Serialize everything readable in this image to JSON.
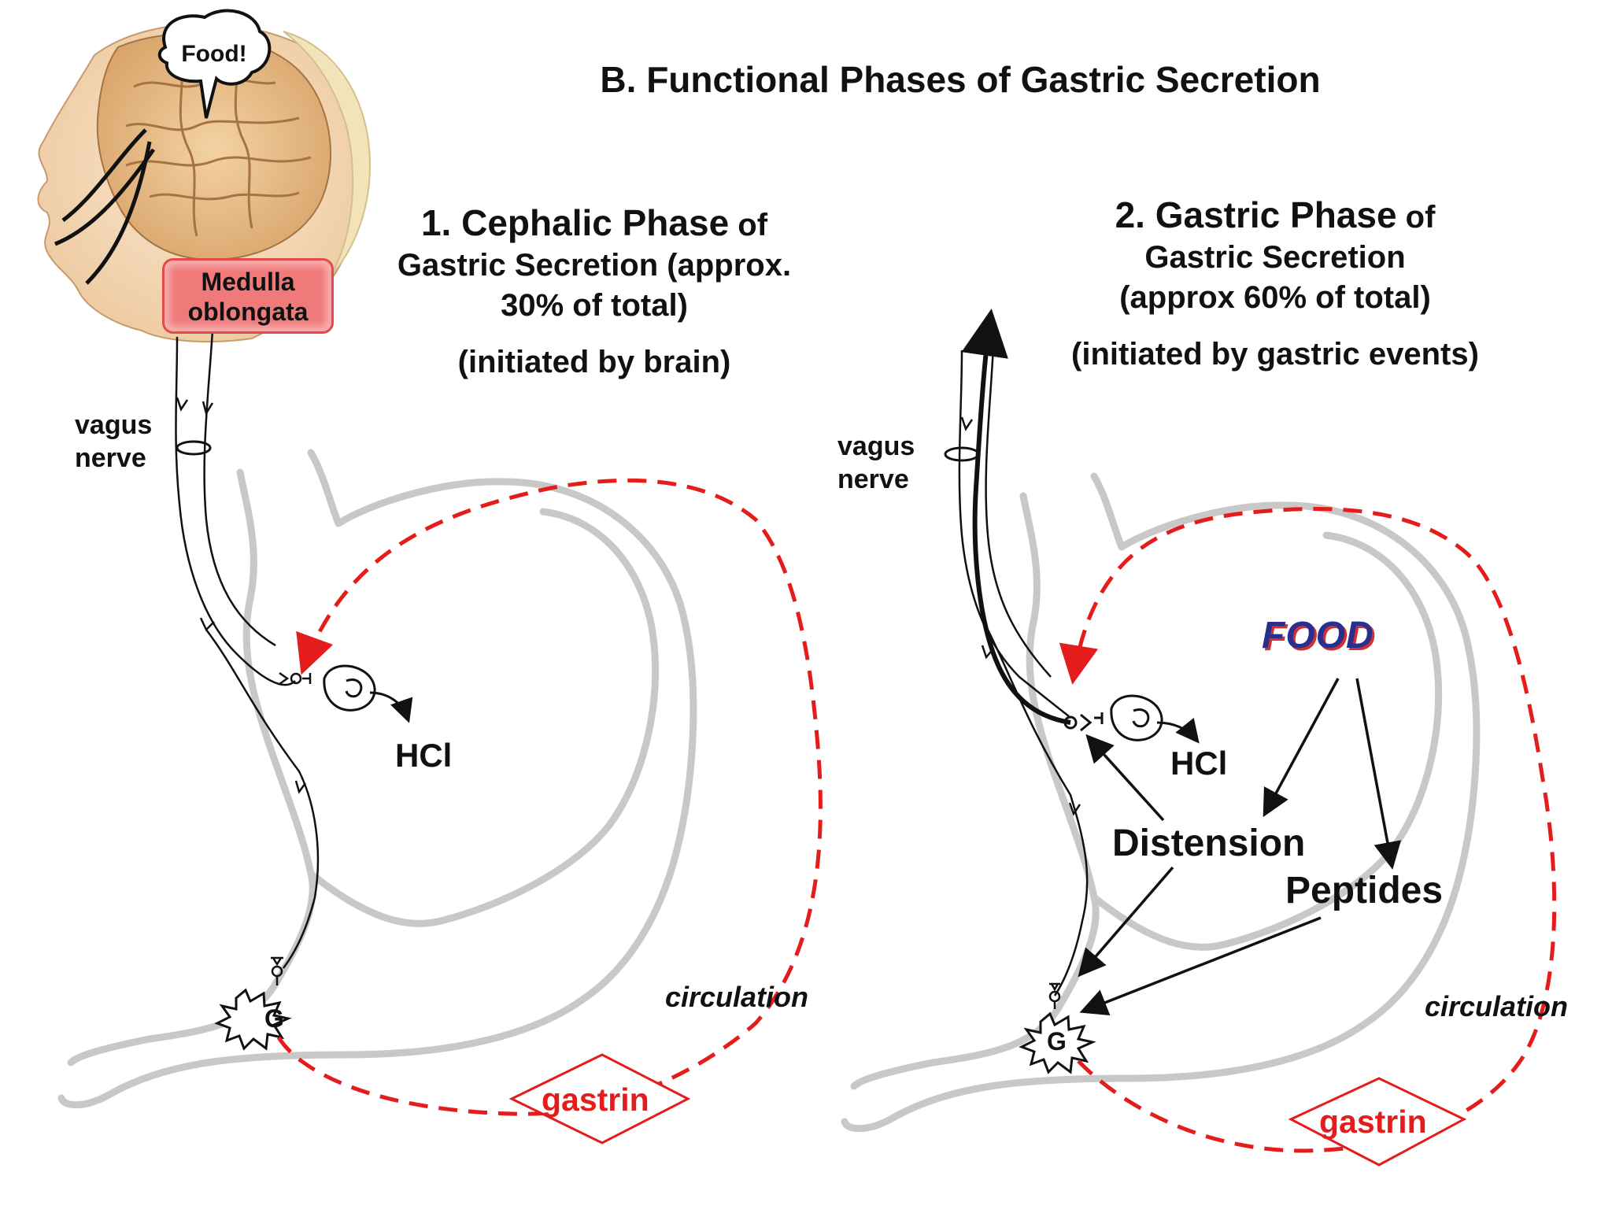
{
  "title": "B. Functional Phases of Gastric Secretion",
  "head_graphic": {
    "speech_bubble": "Food!",
    "medulla_label_line1": "Medulla",
    "medulla_label_line2": "oblongata"
  },
  "cephalic": {
    "heading_line1_bold": "1. Cephalic Phase",
    "heading_line1_rest": " of",
    "heading_line2": "Gastric Secretion  (approx.",
    "heading_line3": "30% of total)",
    "initiated": "(initiated by brain)",
    "vagus_line1": "vagus",
    "vagus_line2": "nerve",
    "hcl": "HCl",
    "g_cell": "G",
    "circulation": "circulation",
    "gastrin": "gastrin"
  },
  "gastric": {
    "heading_line1_bold": "2. Gastric Phase",
    "heading_line1_rest": " of",
    "heading_line2": "Gastric Secretion",
    "heading_line3": "(approx 60% of total)",
    "initiated": "(initiated by gastric events)",
    "vagus_line1": "vagus",
    "vagus_line2": "nerve",
    "food": "FOOD",
    "hcl": "HCl",
    "distension": "Distension",
    "peptides": "Peptides",
    "g_cell": "G",
    "circulation": "circulation",
    "gastrin": "gastrin"
  },
  "colors": {
    "stomach_outline": "#c8c8c8",
    "feedback_red": "#e51c1c",
    "nerve": "#111111",
    "food_text": "#2a2f8e"
  }
}
